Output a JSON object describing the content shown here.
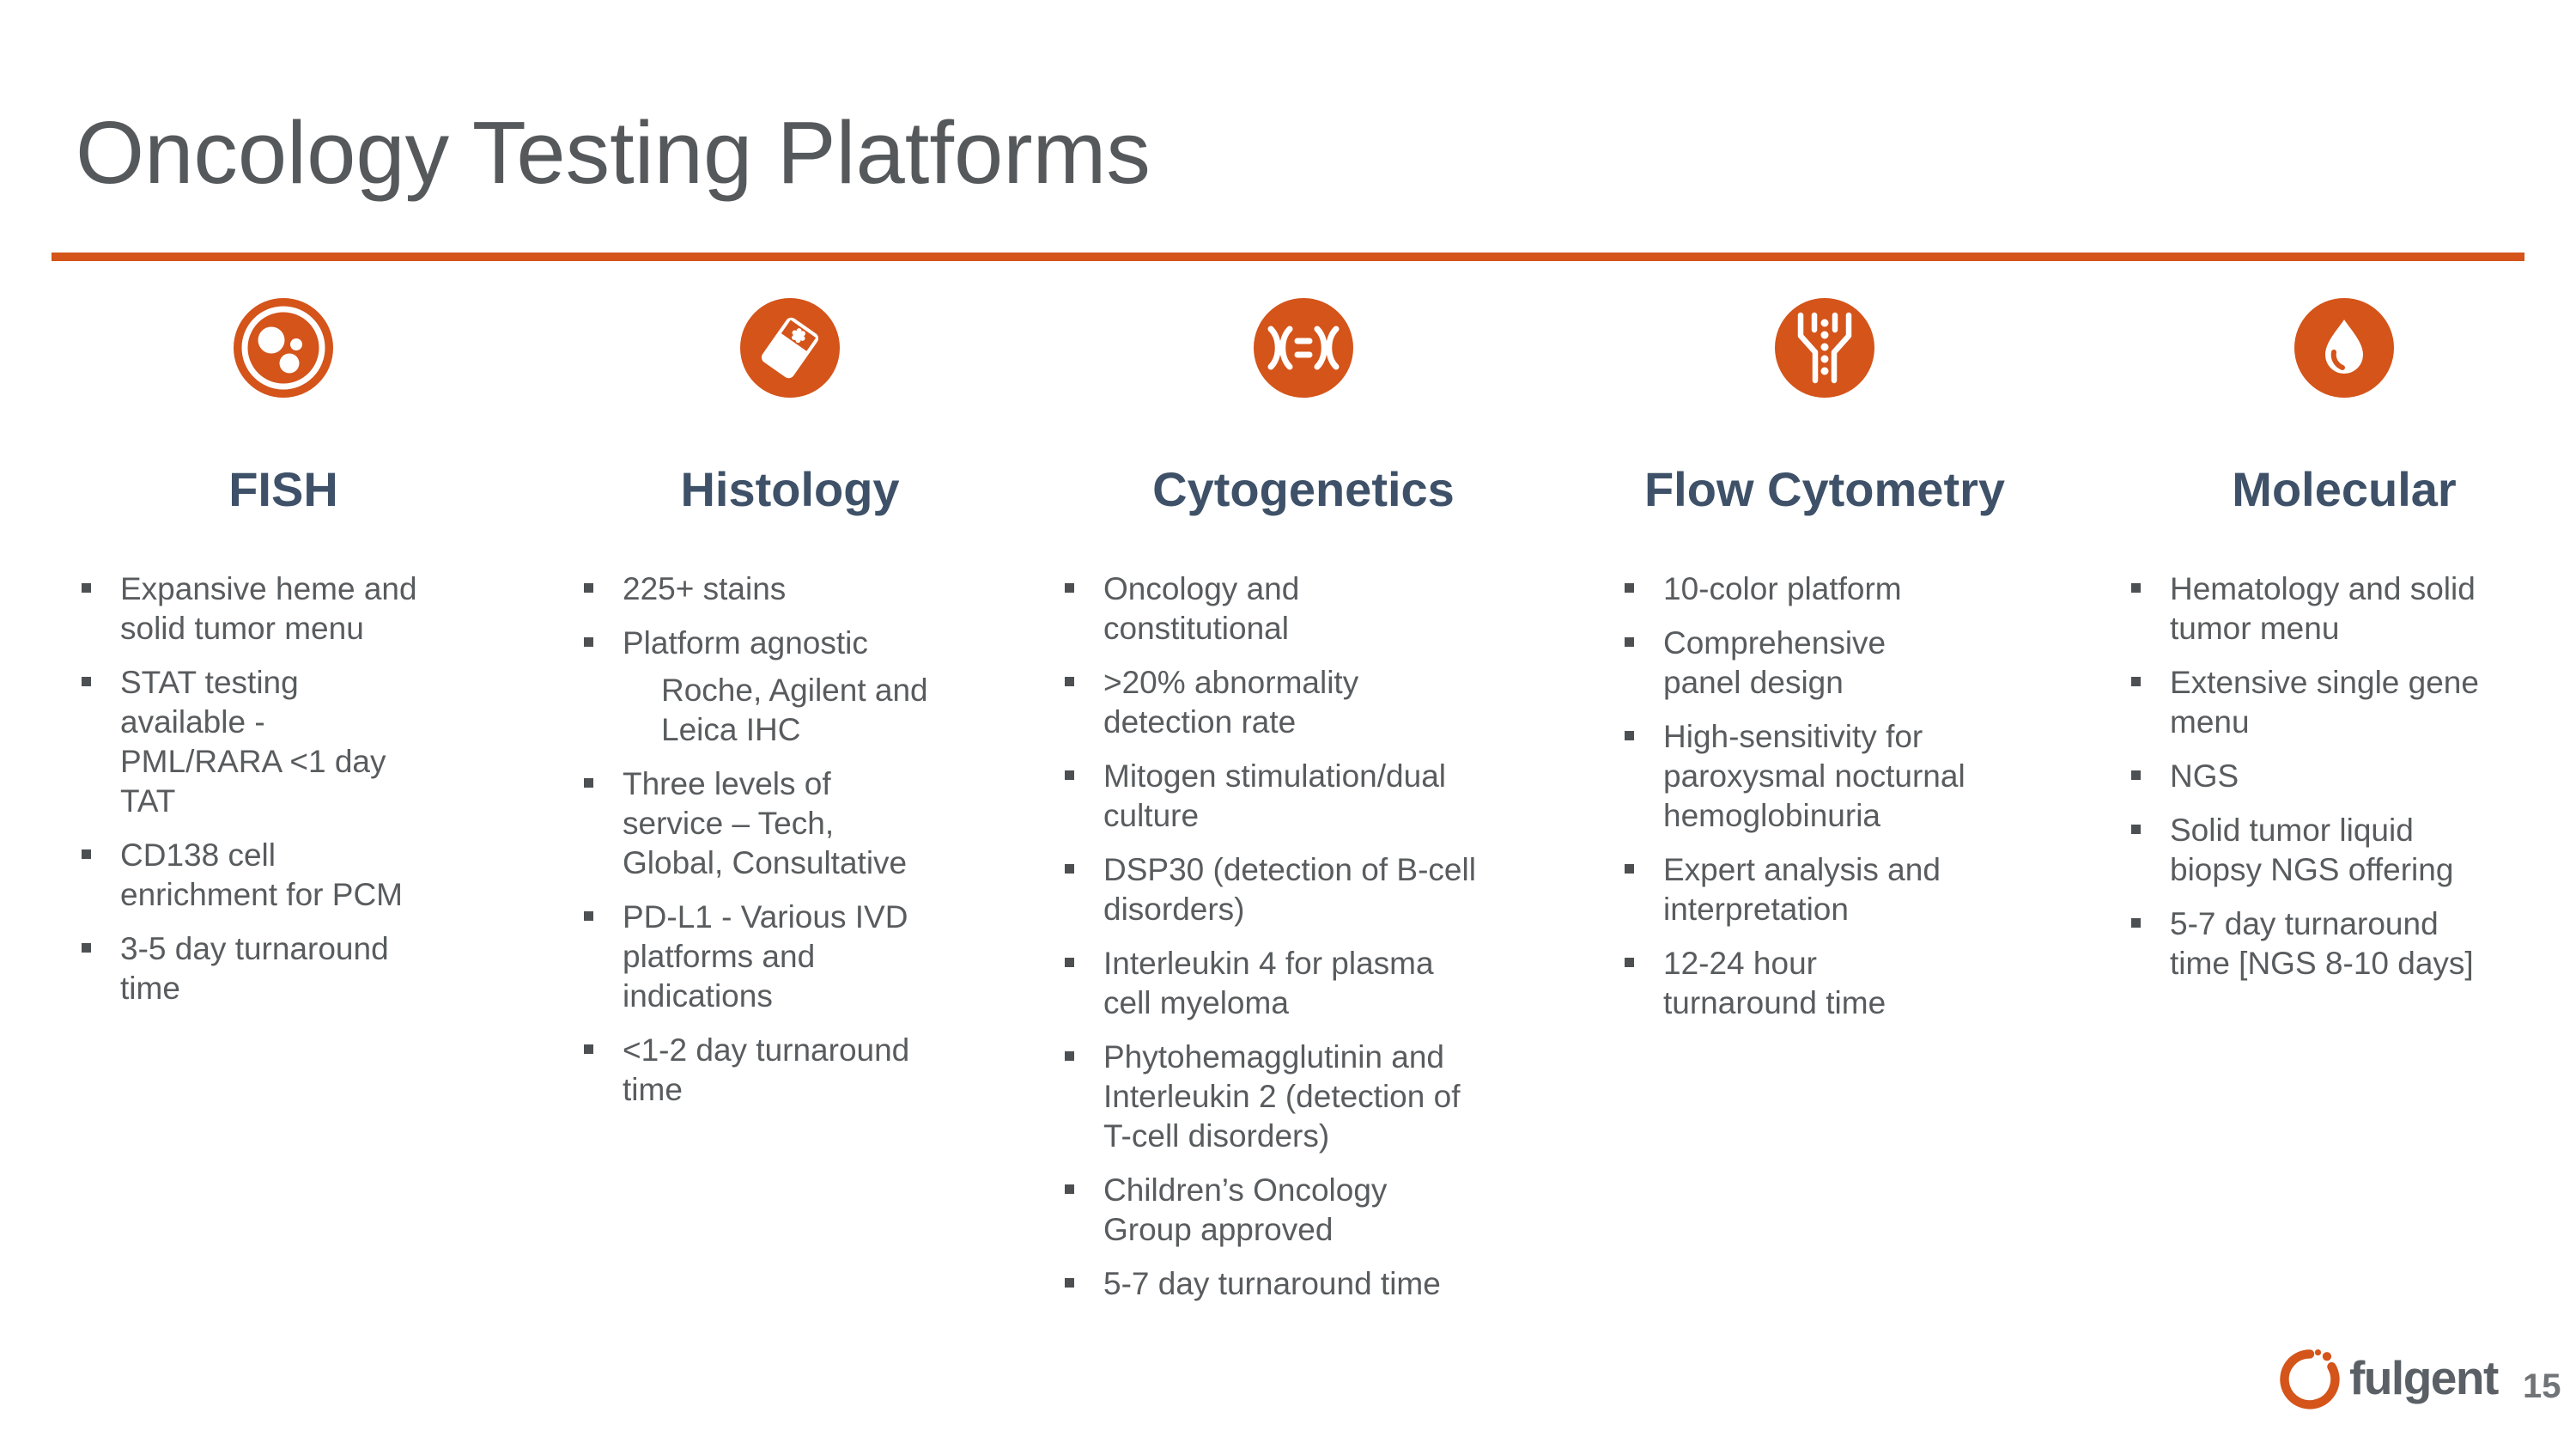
{
  "slide": {
    "title": "Oncology Testing Platforms"
  },
  "colors": {
    "accent": "#D4541A",
    "heading": "#3E5168",
    "body": "#595C5E"
  },
  "columns": [
    {
      "icon": "fish-cell-icon",
      "title": "FISH",
      "items": [
        {
          "text": "Expansive heme and solid tumor menu"
        },
        {
          "text": "STAT testing available - PML/RARA <1 day TAT"
        },
        {
          "text": "CD138 cell enrichment for PCM"
        },
        {
          "text": "3-5 day turnaround time"
        }
      ]
    },
    {
      "icon": "histology-slide-icon",
      "title": "Histology",
      "items": [
        {
          "text": "225+ stains"
        },
        {
          "text": "Platform agnostic"
        },
        {
          "text": "Roche, Agilent and Leica IHC",
          "bullet": false,
          "indent": true
        },
        {
          "text": "Three levels of service – Tech, Global, Consultative"
        },
        {
          "text": "PD-L1 - Various IVD platforms and indications"
        },
        {
          "text": "<1-2 day turnaround time"
        }
      ]
    },
    {
      "icon": "chromosome-icon",
      "title": "Cytogenetics",
      "items": [
        {
          "text": "Oncology and constitutional"
        },
        {
          "text": ">20% abnormality detection rate"
        },
        {
          "text": "Mitogen stimulation/dual culture"
        },
        {
          "text": "DSP30 (detection of B-cell disorders)"
        },
        {
          "text": "Interleukin 4 for plasma cell myeloma"
        },
        {
          "text": "Phytohemagglutinin and Interleukin 2 (detection of T-cell disorders)"
        },
        {
          "text": "Children’s Oncology Group approved"
        },
        {
          "text": "5-7 day turnaround time"
        }
      ]
    },
    {
      "icon": "cell-sorter-icon",
      "title": "Flow Cytometry",
      "items": [
        {
          "text": "10-color platform"
        },
        {
          "text": "Comprehensive panel design"
        },
        {
          "text": "High-sensitivity for paroxysmal nocturnal hemoglobinuria"
        },
        {
          "text": "Expert analysis and interpretation"
        },
        {
          "text": "12-24 hour turnaround time"
        }
      ]
    },
    {
      "icon": "droplet-icon",
      "title": "Molecular",
      "items": [
        {
          "text": "Hematology and solid tumor menu"
        },
        {
          "text": "Extensive single gene menu"
        },
        {
          "text": "NGS"
        },
        {
          "text": "Solid tumor liquid biopsy NGS offering"
        },
        {
          "text": "5-7 day turnaround time [NGS 8-10 days]"
        }
      ]
    }
  ],
  "footer": {
    "logo_text": "fulgent",
    "page_number": "15"
  }
}
